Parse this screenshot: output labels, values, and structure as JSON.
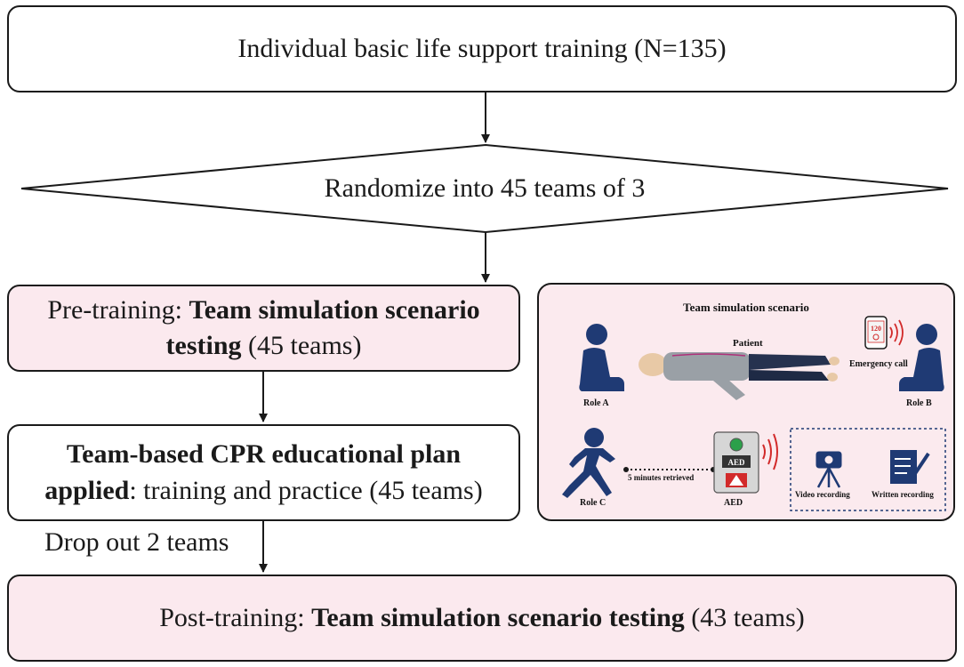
{
  "step1": {
    "text": "Individual basic life support training (N=135)"
  },
  "decision": {
    "text": "Randomize into 45 teams of 3"
  },
  "pre": {
    "prefix": "Pre-training: ",
    "bold1": "Team simulation scenario",
    "bold2": "testing",
    "suffix": " (45 teams)"
  },
  "plan": {
    "bold1": "Team-based CPR educational plan",
    "bold2": "applied",
    "suffix": ": training and practice (45 teams)"
  },
  "dropout": {
    "text": "Drop out 2 teams"
  },
  "post": {
    "prefix": "Post-training: ",
    "bold": "Team simulation scenario testing",
    "suffix": " (43 teams)"
  },
  "scenario": {
    "title": "Team simulation scenario",
    "patient": "Patient",
    "emergency_call": "Emergency call",
    "phone_number": "120",
    "role_a": "Role A",
    "role_b": "Role B",
    "role_c": "Role C",
    "retrieved": "5 minutes retrieved",
    "aed": "AED",
    "aed_screen": "AED",
    "video": "Video recording",
    "written": "Written recording"
  },
  "colors": {
    "figure": "#1f3a74",
    "accent": "#d22a2a",
    "panel": "#fbeaee"
  }
}
